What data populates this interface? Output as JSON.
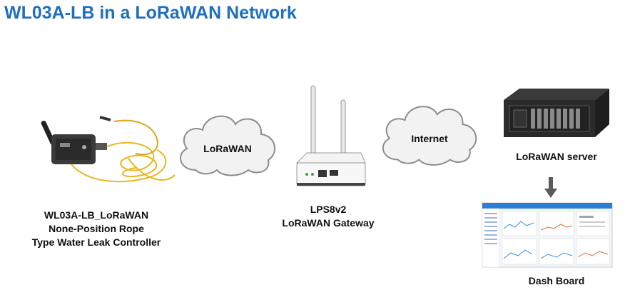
{
  "title": "WL03A-LB in a LoRaWAN Network",
  "nodes": {
    "sensor": {
      "line1": "WL03A-LB_LoRaWAN",
      "line2": "None-Position Rope",
      "line3": "Type Water Leak Controller"
    },
    "cloud_lorawan": {
      "label": "LoRaWAN"
    },
    "gateway": {
      "line1": "LPS8v2",
      "line2": "LoRaWAN Gateway"
    },
    "cloud_internet": {
      "label": "Internet"
    },
    "server": {
      "label": "LoRaWAN server"
    },
    "dashboard": {
      "label": "Dash Board"
    }
  },
  "colors": {
    "title": "#1f6fbf",
    "rope": "#e8b820",
    "cloud_fill": "#f2f2f2",
    "cloud_stroke": "#8c8c8c",
    "arrow": "#5a5a5a",
    "dashboard_header": "#2a7fd4"
  }
}
